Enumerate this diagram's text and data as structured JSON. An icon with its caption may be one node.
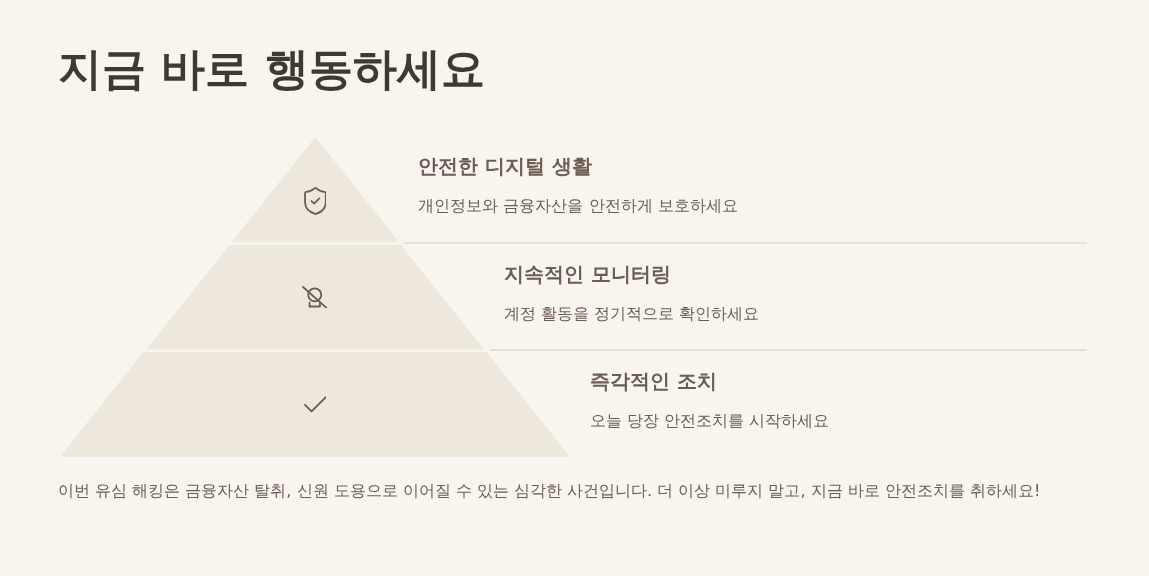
{
  "diagram": {
    "title": "지금 바로 행동하세요",
    "nodes": [
      {
        "text": [
          "안전한 디지털 생활",
          "개인정보와 금융자산을 안전하게 보호하세요"
        ]
      },
      {
        "text": [
          "지속적인 모니터링",
          "계정 활동을 정기적으로 확인하세요"
        ]
      },
      {
        "text": [
          "즉각적인 조치",
          "오늘 당장 안전조치를 시작하세요"
        ]
      }
    ],
    "caption": "이번 유심 해킹은 금융자산 탈취, 신원 도용으로 이어질 수 있는 심각한 사건입니다. 더 이상 미루지 말고, 지금 바로 안전조치를 취하세요!"
  }
}
